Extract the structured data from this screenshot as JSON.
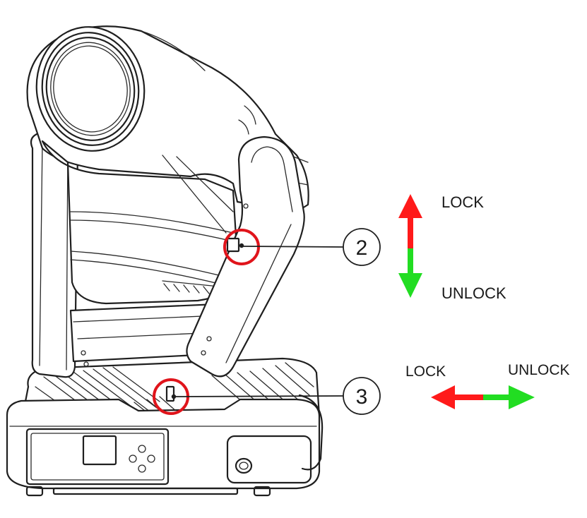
{
  "callouts": [
    {
      "number": "2"
    },
    {
      "number": "3"
    }
  ],
  "labels": {
    "tilt_lock": "LOCK",
    "tilt_unlock": "UNLOCK",
    "pan_lock": "LOCK",
    "pan_unlock": "UNLOCK"
  },
  "colors": {
    "lock": "#ff1a1a",
    "unlock": "#22dd22",
    "highlight_circle": "#e0141b",
    "line": "#1f1f1f"
  },
  "icons": {
    "fixture": "moving-head-fixture-drawing",
    "tilt_arrow": "vertical-double-arrow",
    "pan_arrow": "horizontal-double-arrow"
  }
}
